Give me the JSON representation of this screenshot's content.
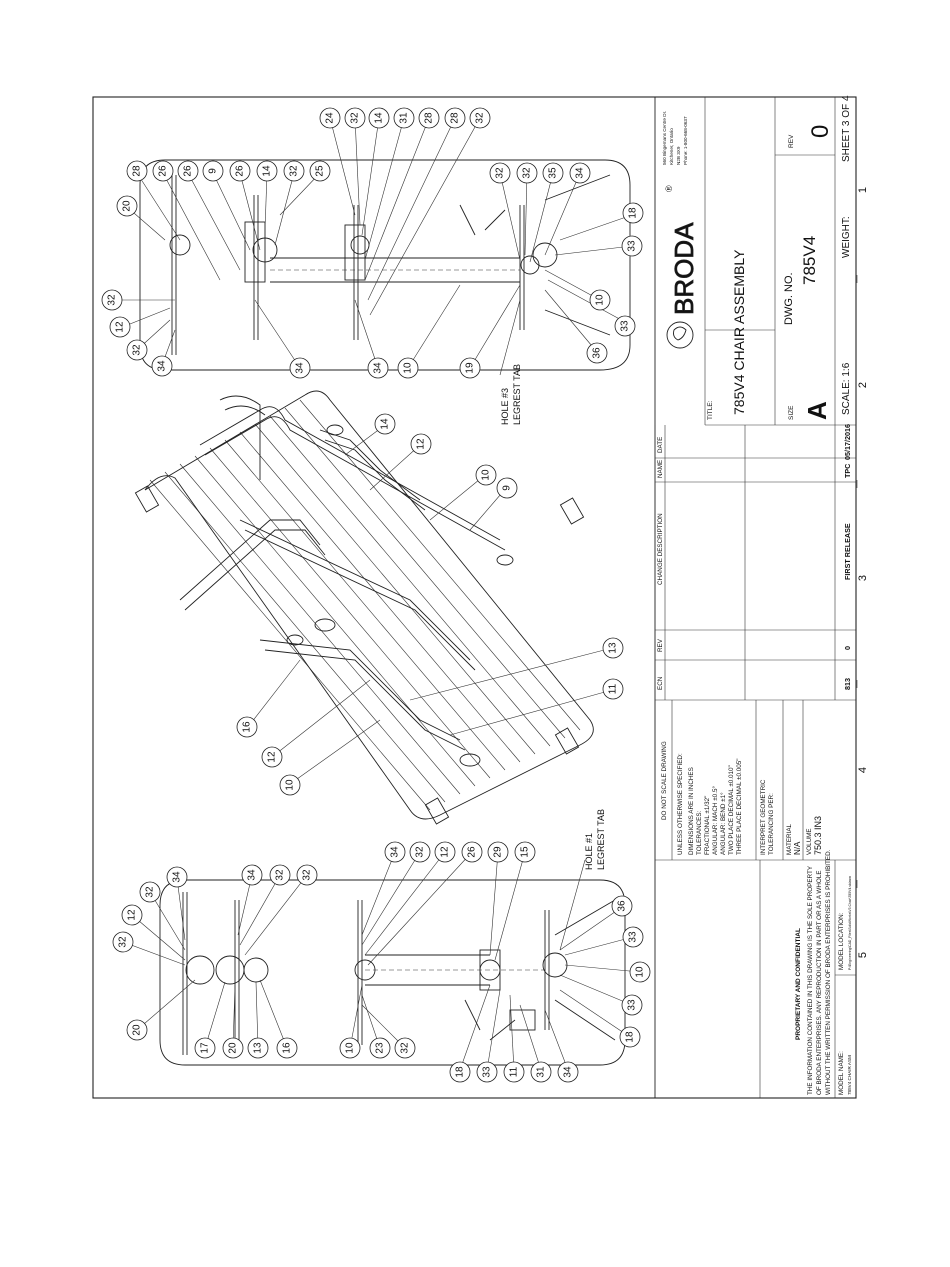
{
  "title_block": {
    "company_address": [
      "560 Bingemans Centre Dr.",
      "Kitchener, Ontario",
      "N2B 3X9",
      "Phone: 1-800-668-0637"
    ],
    "logo_text": "BRODA",
    "logo_mark": "®",
    "title_label": "TITLE:",
    "title": "785V4 CHAIR ASSEMBLY",
    "size_label": "SIZE",
    "size_value": "A",
    "dwg_no_label": "DWG. NO.",
    "dwg_no": "785V4",
    "rev_label": "REV",
    "rev_value": "0",
    "scale": "SCALE: 1:6",
    "weight": "WEIGHT:",
    "sheet": "SHEET 3 OF 4"
  },
  "revision_table": {
    "headers": [
      "ECN",
      "REV",
      "CHANGE DESCRIPTION",
      "NAME",
      "DATE"
    ],
    "rows": [
      [
        "813",
        "0",
        "FIRST RELEASE",
        "TPC",
        "05/17/2016"
      ]
    ]
  },
  "notes": {
    "do_not_scale": "DO NOT SCALE DRAWING",
    "unless": "UNLESS OTHERWISE SPECIFIED:",
    "tolerances": [
      "DIMENSIONS ARE IN INCHES",
      "TOLERANCES:",
      "FRACTIONAL ±1/32\"",
      "ANGULAR: MACH ±0.5°",
      "ANGULAR: BEND ±1°",
      "TWO PLACE DECIMAL    ±0.010\"",
      "THREE PLACE DECIMAL  ±0.005\""
    ],
    "interpret": [
      "INTERPRET GEOMETRIC",
      "TOLERANCING PER:"
    ],
    "material_label": "MATERIAL",
    "material": "N/A",
    "volume_label": "VOLUME",
    "volume": "750.3 IN3",
    "proprietary_title": "PROPRIETARY AND CONFIDENTIAL",
    "proprietary_text": [
      "THE INFORMATION CONTAINED IN THIS DRAWING IS THE SOLE PROPERTY",
      "OF BRODA ENTERPRISES. ANY REPRODUCTION IN PART OR AS A WHOLE",
      "WITHOUT THE WRITTEN PERMISSION OF BRODA ENTERPRISES IS PROHIBITED."
    ],
    "model_name_label": "MODEL NAME:",
    "model_name": "785V4 CHAIR ASM",
    "model_location_label": "MODEL LOCATION:",
    "model_location": "P:\\Engineering\\CAD_Files\\SolidWorks\\V3 Chair\\785V4.sldasm"
  },
  "zones": [
    "1",
    "2",
    "3",
    "4",
    "5"
  ],
  "labels": {
    "hole3": [
      "HOLE #3",
      "LEGREST TAB"
    ],
    "hole1": [
      "HOLE #1",
      "LEGREST TAB"
    ]
  },
  "top_view_balloons": [
    "28",
    "26",
    "26",
    "9",
    "26",
    "14",
    "32",
    "25",
    "24",
    "32",
    "14",
    "31",
    "28",
    "28",
    "32",
    "32",
    "32",
    "35",
    "34",
    "20",
    "18",
    "12",
    "32",
    "34",
    "32",
    "34",
    "34",
    "10",
    "19",
    "33",
    "10",
    "33",
    "36"
  ],
  "center_view_balloons": [
    "14",
    "12",
    "10",
    "9",
    "13",
    "11",
    "16",
    "12",
    "10"
  ],
  "bottom_view_balloons": [
    "34",
    "32",
    "12",
    "32",
    "34",
    "32",
    "32",
    "34",
    "32",
    "12",
    "26",
    "29",
    "15",
    "20",
    "17",
    "20",
    "13",
    "16",
    "10",
    "23",
    "32",
    "18",
    "33",
    "11",
    "31",
    "34",
    "36",
    "33",
    "10",
    "33",
    "18"
  ]
}
